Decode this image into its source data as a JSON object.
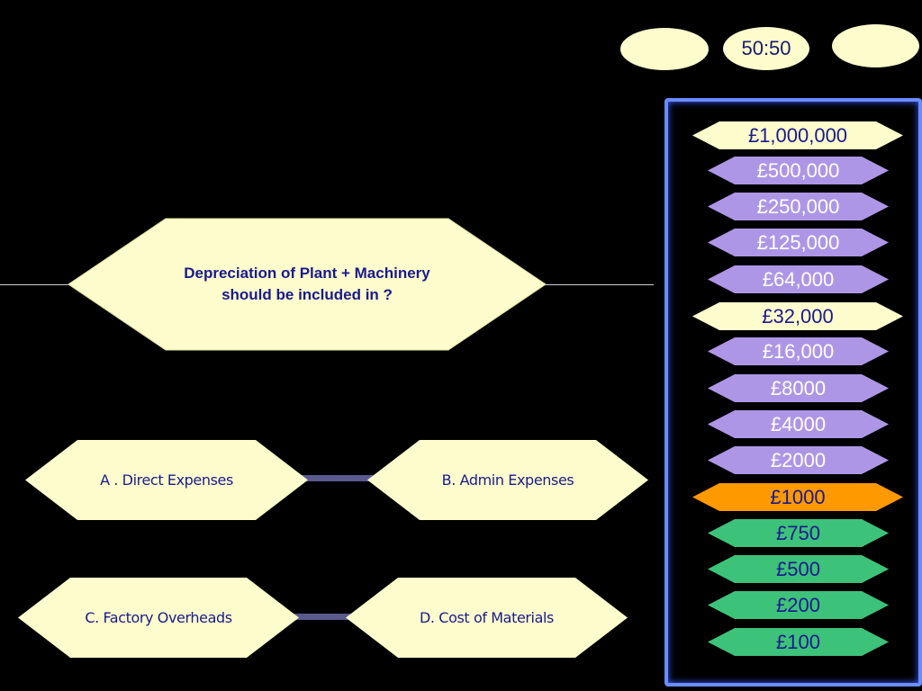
{
  "lifelines": {
    "left_label": "",
    "fifty_fifty": "50:50",
    "right_label": ""
  },
  "question": {
    "text": "Depreciation of Plant + Machinery\nshould be included in ?"
  },
  "answers": {
    "a": "A . Direct Expenses",
    "b": "B. Admin Expenses",
    "c": "C. Factory Overheads",
    "d": "D.  Cost of Materials"
  },
  "ladder": [
    {
      "label": "£1,000,000",
      "kind": "milestone"
    },
    {
      "label": "£500,000",
      "kind": "upper"
    },
    {
      "label": "£250,000",
      "kind": "upper"
    },
    {
      "label": "£125,000",
      "kind": "upper"
    },
    {
      "label": "£64,000",
      "kind": "upper"
    },
    {
      "label": "£32,000",
      "kind": "milestone"
    },
    {
      "label": "£16,000",
      "kind": "upper"
    },
    {
      "label": "£8000",
      "kind": "upper"
    },
    {
      "label": "£4000",
      "kind": "upper"
    },
    {
      "label": "£2000",
      "kind": "upper"
    },
    {
      "label": "£1000",
      "kind": "current"
    },
    {
      "label": "£750",
      "kind": "lower"
    },
    {
      "label": "£500",
      "kind": "lower"
    },
    {
      "label": "£200",
      "kind": "lower"
    },
    {
      "label": "£100",
      "kind": "lower"
    }
  ],
  "colors": {
    "cream": "#fdfccc",
    "upper": "#ae96e6",
    "lower": "#3dc27a",
    "current": "#ff9900",
    "text_dark": "#1a1a8e",
    "frame": "#6b8cff"
  }
}
